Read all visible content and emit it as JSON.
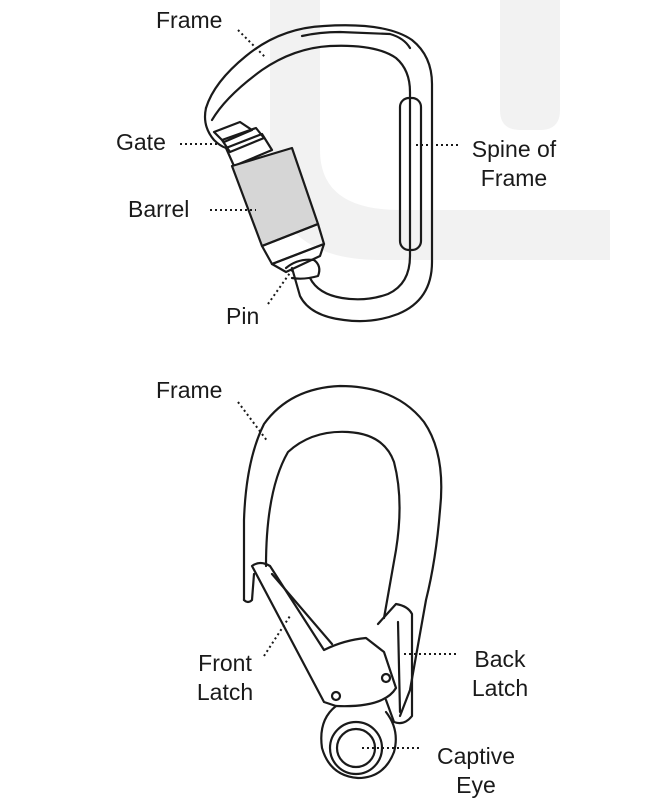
{
  "colors": {
    "stroke": "#1a1a1a",
    "barrel_fill": "#d6d6d6",
    "watermark": "#f2f2f2",
    "background": "#ffffff"
  },
  "carabiner": {
    "frame_label": "Frame",
    "gate_label": "Gate",
    "barrel_label": "Barrel",
    "pin_label": "Pin",
    "spine_label_line1": "Spine of",
    "spine_label_line2": "Frame"
  },
  "snap_hook": {
    "frame_label": "Frame",
    "front_latch_line1": "Front",
    "front_latch_line2": "Latch",
    "back_latch_line1": "Back",
    "back_latch_line2": "Latch",
    "captive_eye_line1": "Captive",
    "captive_eye_line2": "Eye"
  }
}
